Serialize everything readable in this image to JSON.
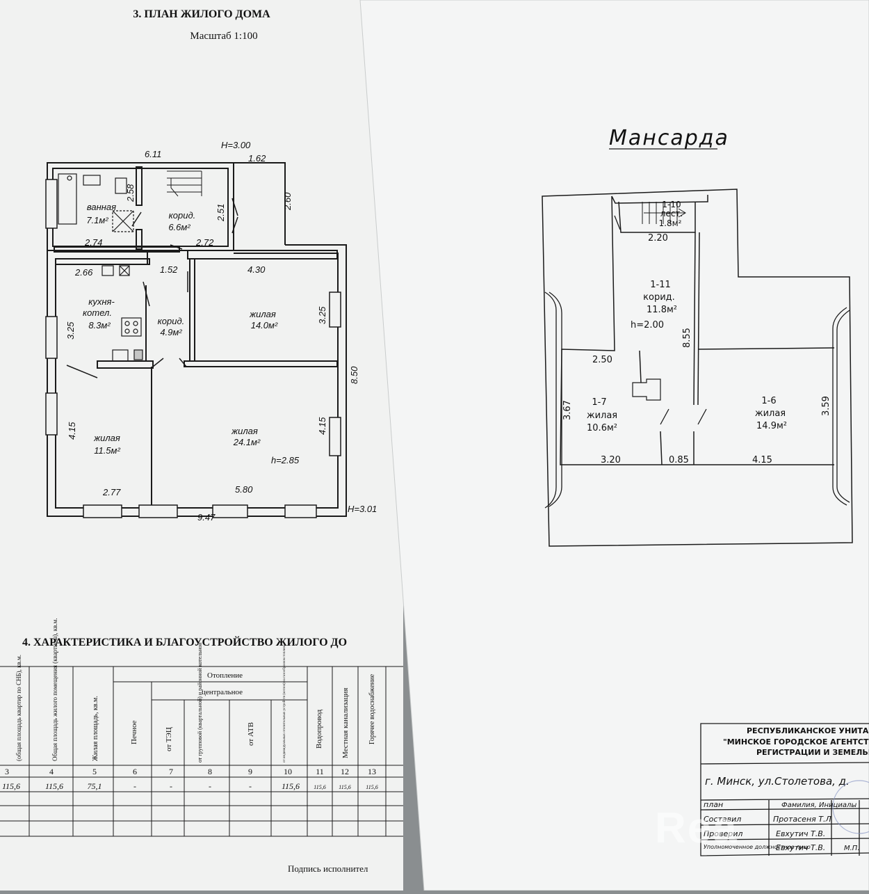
{
  "left_sheet": {
    "section3_title": "3. ПЛАН ЖИЛОГО ДОМА",
    "scale": "Масштаб 1:100",
    "height_top": "H=3.00",
    "height_right": "H=3.01",
    "dims": {
      "top_total": "6.11",
      "top_ext": "1.62",
      "right_ext": "2.60",
      "bath_h": "2.58",
      "corr_h": "2.51",
      "bath_w": "2.74",
      "corr1_w": "2.72",
      "kitchen_w": "2.66",
      "corr2_w": "1.52",
      "living14_w": "4.30",
      "living14_h": "3.25",
      "kitchen_h": "3.25",
      "right_total": "8.50",
      "living11_h": "4.15",
      "living24_h": "4.15",
      "living11_w": "2.77",
      "living24_w": "5.80",
      "bottom_total": "9.47"
    },
    "rooms": {
      "bath_name": "ванная",
      "bath_area": "7.1м²",
      "corr1_name": "корид.",
      "corr1_area": "6.6м²",
      "kitchen_name1": "кухня-",
      "kitchen_name2": "котел.",
      "kitchen_area": "8.3м²",
      "corr2_name": "корид.",
      "corr2_area": "4.9м²",
      "living14_name": "жилая",
      "living14_area": "14.0м²",
      "living11_name": "жилая",
      "living11_area": "11.5м²",
      "living24_name": "жилая",
      "living24_area": "24.1м²",
      "living24_height": "h=2.85"
    },
    "section4_title": "4. ХАРАКТЕРИСТИКА И БЛАГОУСТРОЙСТВО ЖИЛОГО ДО",
    "table": {
      "headers": {
        "c3": "(общая площадь квартир по СНБ), кв.м.",
        "c4": "Общая площадь жилого помещения (квартиры), кв.м.",
        "c5": "Жилая площадь, кв.м.",
        "heating": "Отопление",
        "central": "центральное",
        "c6": "Печное",
        "c7": "от ТЭЦ",
        "c8": "от групповой (квартальной) и районной котельной",
        "c9": "от АТВ",
        "c10": "от индивидуальных отопительных устройств (котлов) на газообразном топливе",
        "c11": "Водопровод",
        "c12": "Местная канализация",
        "c13": "Горячее водоснабжение"
      },
      "numbers": [
        "3",
        "4",
        "5",
        "6",
        "7",
        "8",
        "9",
        "10",
        "11",
        "12",
        "13"
      ],
      "values": [
        "115,6",
        "115,6",
        "75,1",
        "-",
        "-",
        "-",
        "-",
        "115,6",
        "115,6",
        "115,6",
        "115,6"
      ]
    },
    "signature": "Подпись исполнител"
  },
  "right_sheet": {
    "title": "Мансарда",
    "rooms": {
      "stair_id": "1-10",
      "stair_name": "лест.",
      "stair_area": "1.8м²",
      "corr_id": "1-11",
      "corr_name": "корид.",
      "corr_area": "11.8м²",
      "corr_height": "h=2.00",
      "r7_id": "1-7",
      "r7_name": "жилая",
      "r7_area": "10.6м²",
      "r6_id": "1-6",
      "r6_name": "жилая",
      "r6_area": "14.9м²"
    },
    "dims": {
      "d220": "2.20",
      "d855": "8.55",
      "d250": "2.50",
      "d367": "3.67",
      "d359": "3.59",
      "d320": "3.20",
      "d085": "0.85",
      "d415": "4.15"
    },
    "stamp": {
      "org1": "РЕСПУБЛИКАНСКОЕ УНИТАРНО",
      "org2": "\"МИНСКОЕ ГОРОДСКОЕ АГЕНТСТВО ПО",
      "org3": "РЕГИСТРАЦИИ И ЗЕМЕЛЬНОМ",
      "address": "г. Минск, ул.Столетова, д.",
      "plan": "план",
      "fio_header": "Фамилия, Инициалы",
      "compiled_label": "Составил",
      "compiled_name": "Протасеня Т.Л",
      "checked_label": "Проверил",
      "checked_name": "Евхутич Т.В.",
      "authorized_label": "Уполномоченное должностное лицо",
      "authorized_name": "Евхутич Т.В.",
      "mp": "М.П."
    },
    "watermark": "Rea"
  },
  "colors": {
    "paper": "#f1f2f1",
    "line": "#1a1a1a",
    "background": "#8a8e90"
  }
}
